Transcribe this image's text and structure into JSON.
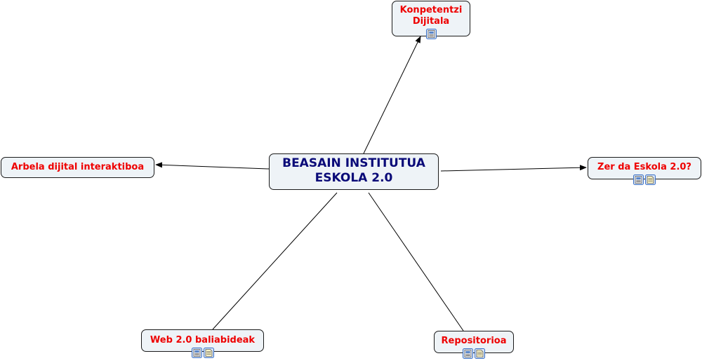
{
  "map": {
    "colors": {
      "center_text": "#0a0a78",
      "node_text": "#ee0000",
      "node_fill": "#eef3f7",
      "line": "#000000"
    },
    "center": {
      "line1": "BEASAIN INSTITUTUA",
      "line2": "ESKOLA 2.0"
    },
    "nodes": {
      "kompetentzi": {
        "line1": "Konpetentzi",
        "line2": "Dijitala",
        "icons": [
          "image-document-icon"
        ]
      },
      "arbela": {
        "label": "Arbela dijital interaktiboa",
        "icons": []
      },
      "zer_da": {
        "label": "Zer da Eskola 2.0?",
        "icons": [
          "image-document-icon",
          "text-document-icon"
        ]
      },
      "web20": {
        "label": "Web 2.0 baliabideak",
        "icons": [
          "image-document-icon",
          "text-document-icon"
        ]
      },
      "repositorioa": {
        "label": "Repositorioa",
        "icons": [
          "image-document-icon",
          "text-document-icon"
        ]
      }
    }
  }
}
